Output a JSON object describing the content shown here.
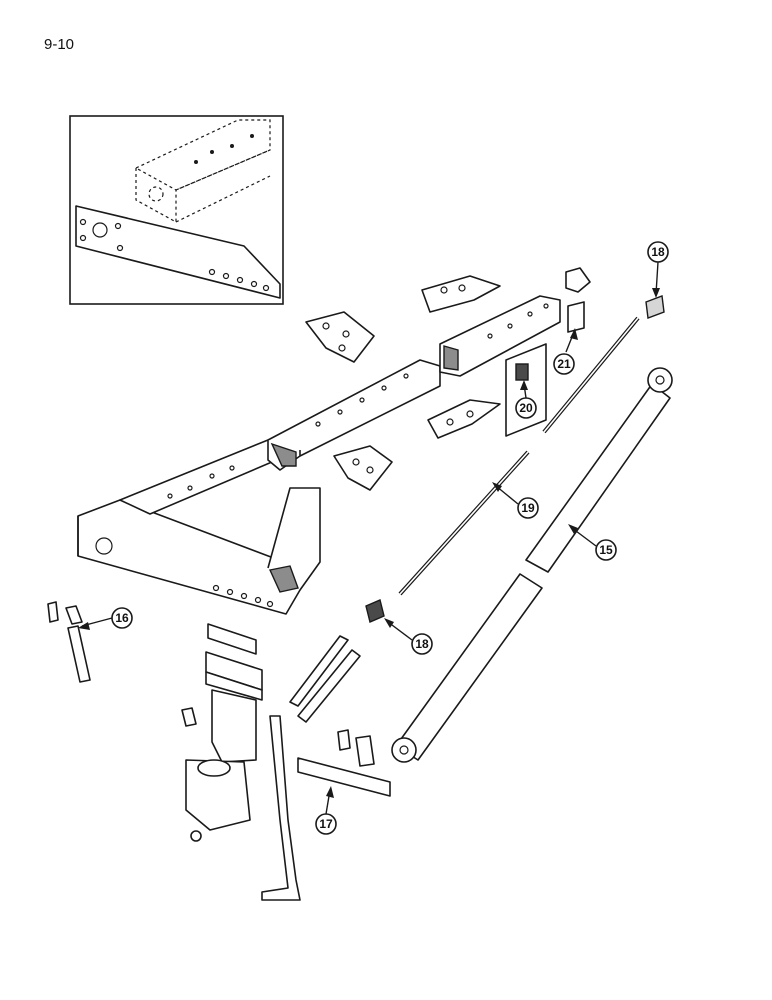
{
  "page": {
    "label": "9-10"
  },
  "callouts": [
    {
      "id": "c15",
      "number": "15"
    },
    {
      "id": "c16",
      "number": "16"
    },
    {
      "id": "c17",
      "number": "17"
    },
    {
      "id": "c18a",
      "number": "18"
    },
    {
      "id": "c18b",
      "number": "18"
    },
    {
      "id": "c19",
      "number": "19"
    },
    {
      "id": "c20",
      "number": "20"
    },
    {
      "id": "c21",
      "number": "21"
    }
  ]
}
